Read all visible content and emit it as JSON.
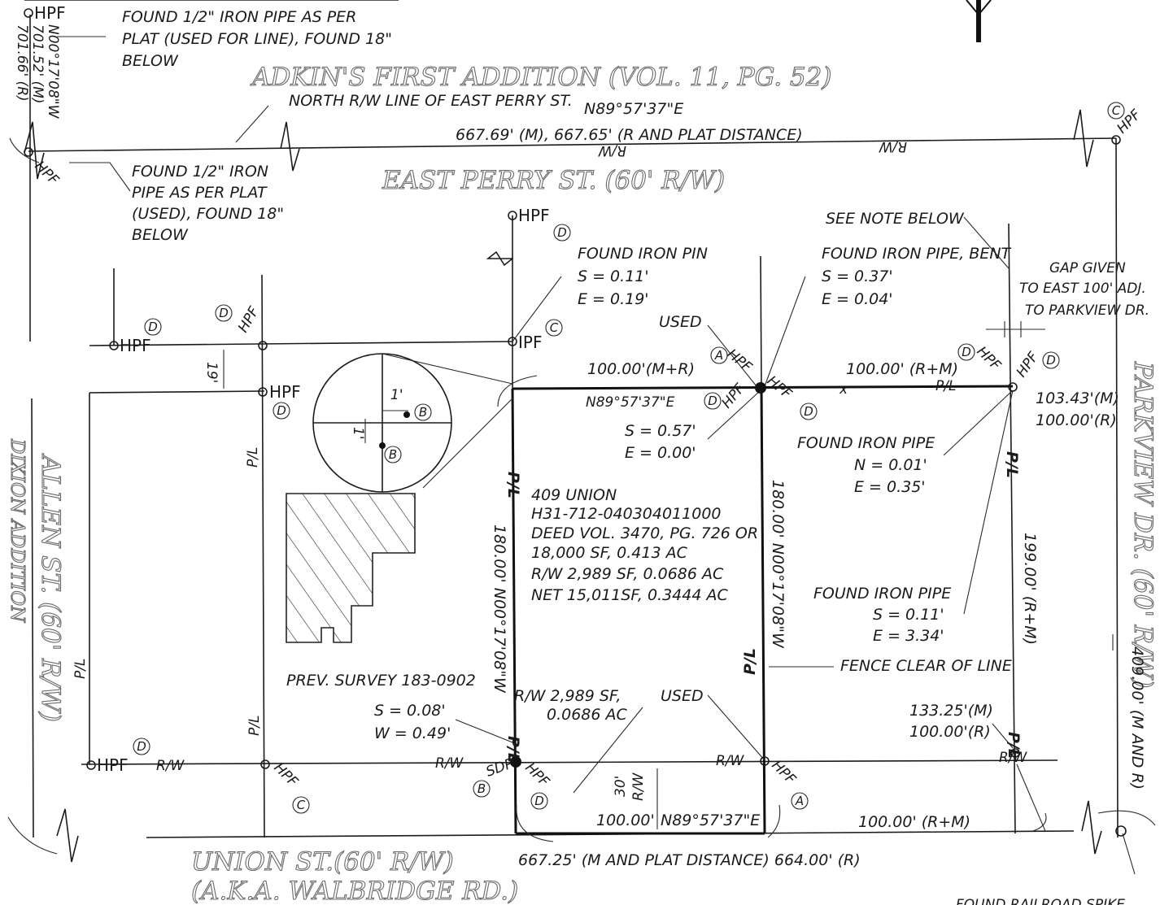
{
  "streets": {
    "adkins": "ADKIN'S FIRST ADDITION (VOL. 11, PG. 52)",
    "perry": "EAST PERRY ST. (60' R/W)",
    "parkview": "PARKVIEW DR. (60' R/W)",
    "allen": "ALLEN ST. (60' R/W)",
    "dixion": "DIXION ADDITION",
    "union_1": "UNION ST.(60' R/W)",
    "union_2": "(A.K.A. WALBRIDGE RD.)"
  },
  "notes": {
    "tl_pipe_1": "FOUND 1/2\" IRON PIPE AS PER",
    "tl_pipe_2": "PLAT (USED FOR LINE), FOUND 18\"",
    "tl_pipe_3": "BELOW",
    "north_rw": "NORTH R/W LINE OF EAST PERRY ST.",
    "left_pipe_1": "FOUND 1/2\" IRON",
    "left_pipe_2": "PIPE AS PER PLAT",
    "left_pipe_3": "(USED), FOUND 18\"",
    "left_pipe_4": "BELOW",
    "iron_pin_1": "FOUND IRON PIN",
    "iron_pin_2": "S = 0.11'",
    "iron_pin_3": "E = 0.19'",
    "bent_1": "FOUND IRON PIPE, BENT",
    "bent_2": "S = 0.37'",
    "bent_3": "E = 0.04'",
    "see_note": "SEE NOTE BELOW",
    "gap_1": "GAP GIVEN",
    "gap_2": "TO EAST 100' ADJ.",
    "gap_3": "TO PARKVIEW DR.",
    "used_top": "USED",
    "used_bottom": "USED",
    "s057_1": "S = 0.57'",
    "s057_2": "E = 0.00'",
    "pipe_n_1": "FOUND IRON PIPE",
    "pipe_n_2": "N = 0.01'",
    "pipe_n_3": "E = 0.35'",
    "pipe_s_1": "FOUND IRON PIPE",
    "pipe_s_2": "S = 0.11'",
    "pipe_s_3": "E = 3.34'",
    "fence": "FENCE CLEAR OF LINE",
    "prev_survey": "PREV. SURVEY 183-0902",
    "s008_1": "S = 0.08'",
    "s008_2": "W = 0.49'",
    "rw_area_1": "R/W 2,989 SF,",
    "rw_area_2": "0.0686 AC",
    "railroad": "FOUND RAILROAD SPIKE"
  },
  "parcel": {
    "l1": "409 UNION",
    "l2": "H31-712-040304011000",
    "l3": "DEED VOL. 3470, PG. 726 OR",
    "l4": "18,000 SF, 0.413 AC",
    "l5": "R/W 2,989 SF, 0.0686 AC",
    "l6": "NET 15,011SF, 0.3444 AC"
  },
  "dims": {
    "perry_bearing": "N89°57'37\"E",
    "perry_dist": "667.69' (M), 667.65' (R AND PLAT DISTANCE)",
    "left_bearing": "N00°17'08\"W",
    "left_m": "701.52' (M)",
    "left_r": "701.66' (R)",
    "top_100": "100.00'(M+R)",
    "top_bearing": "N89°57'37\"E",
    "right_100": "100.00' (R+M)",
    "r_10343": "103.43'(M)",
    "r_10000": "100.00'(R)",
    "r_199": "199.00' (R+M)",
    "r_409": "409.00' (M AND R)",
    "west_180": "180.00' N00°17'08\"W",
    "east_180": "180.00' N00°17'08\"W",
    "r_13325": "133.25'(M)",
    "r_10000b": "100.00'(R)",
    "bot_100": "100.00'",
    "bot_bearing": "N89°57'37\"E",
    "bot_right_100": "100.00' (R+M)",
    "bot_dist": "667.25' (M AND PLAT DISTANCE) 664.00' (R)",
    "dim_19": "19'",
    "dim_1a": "1'",
    "dim_1b": "1'",
    "dim_30": "30'",
    "dim_rw": "R/W"
  },
  "marks": {
    "hpf": "HPF",
    "ipf": "IPF",
    "sdp": "SDP",
    "rw": "R/W",
    "pl": "P/L",
    "x": "x"
  },
  "circles": {
    "A": "A",
    "B": "B",
    "C": "C",
    "D": "D"
  }
}
